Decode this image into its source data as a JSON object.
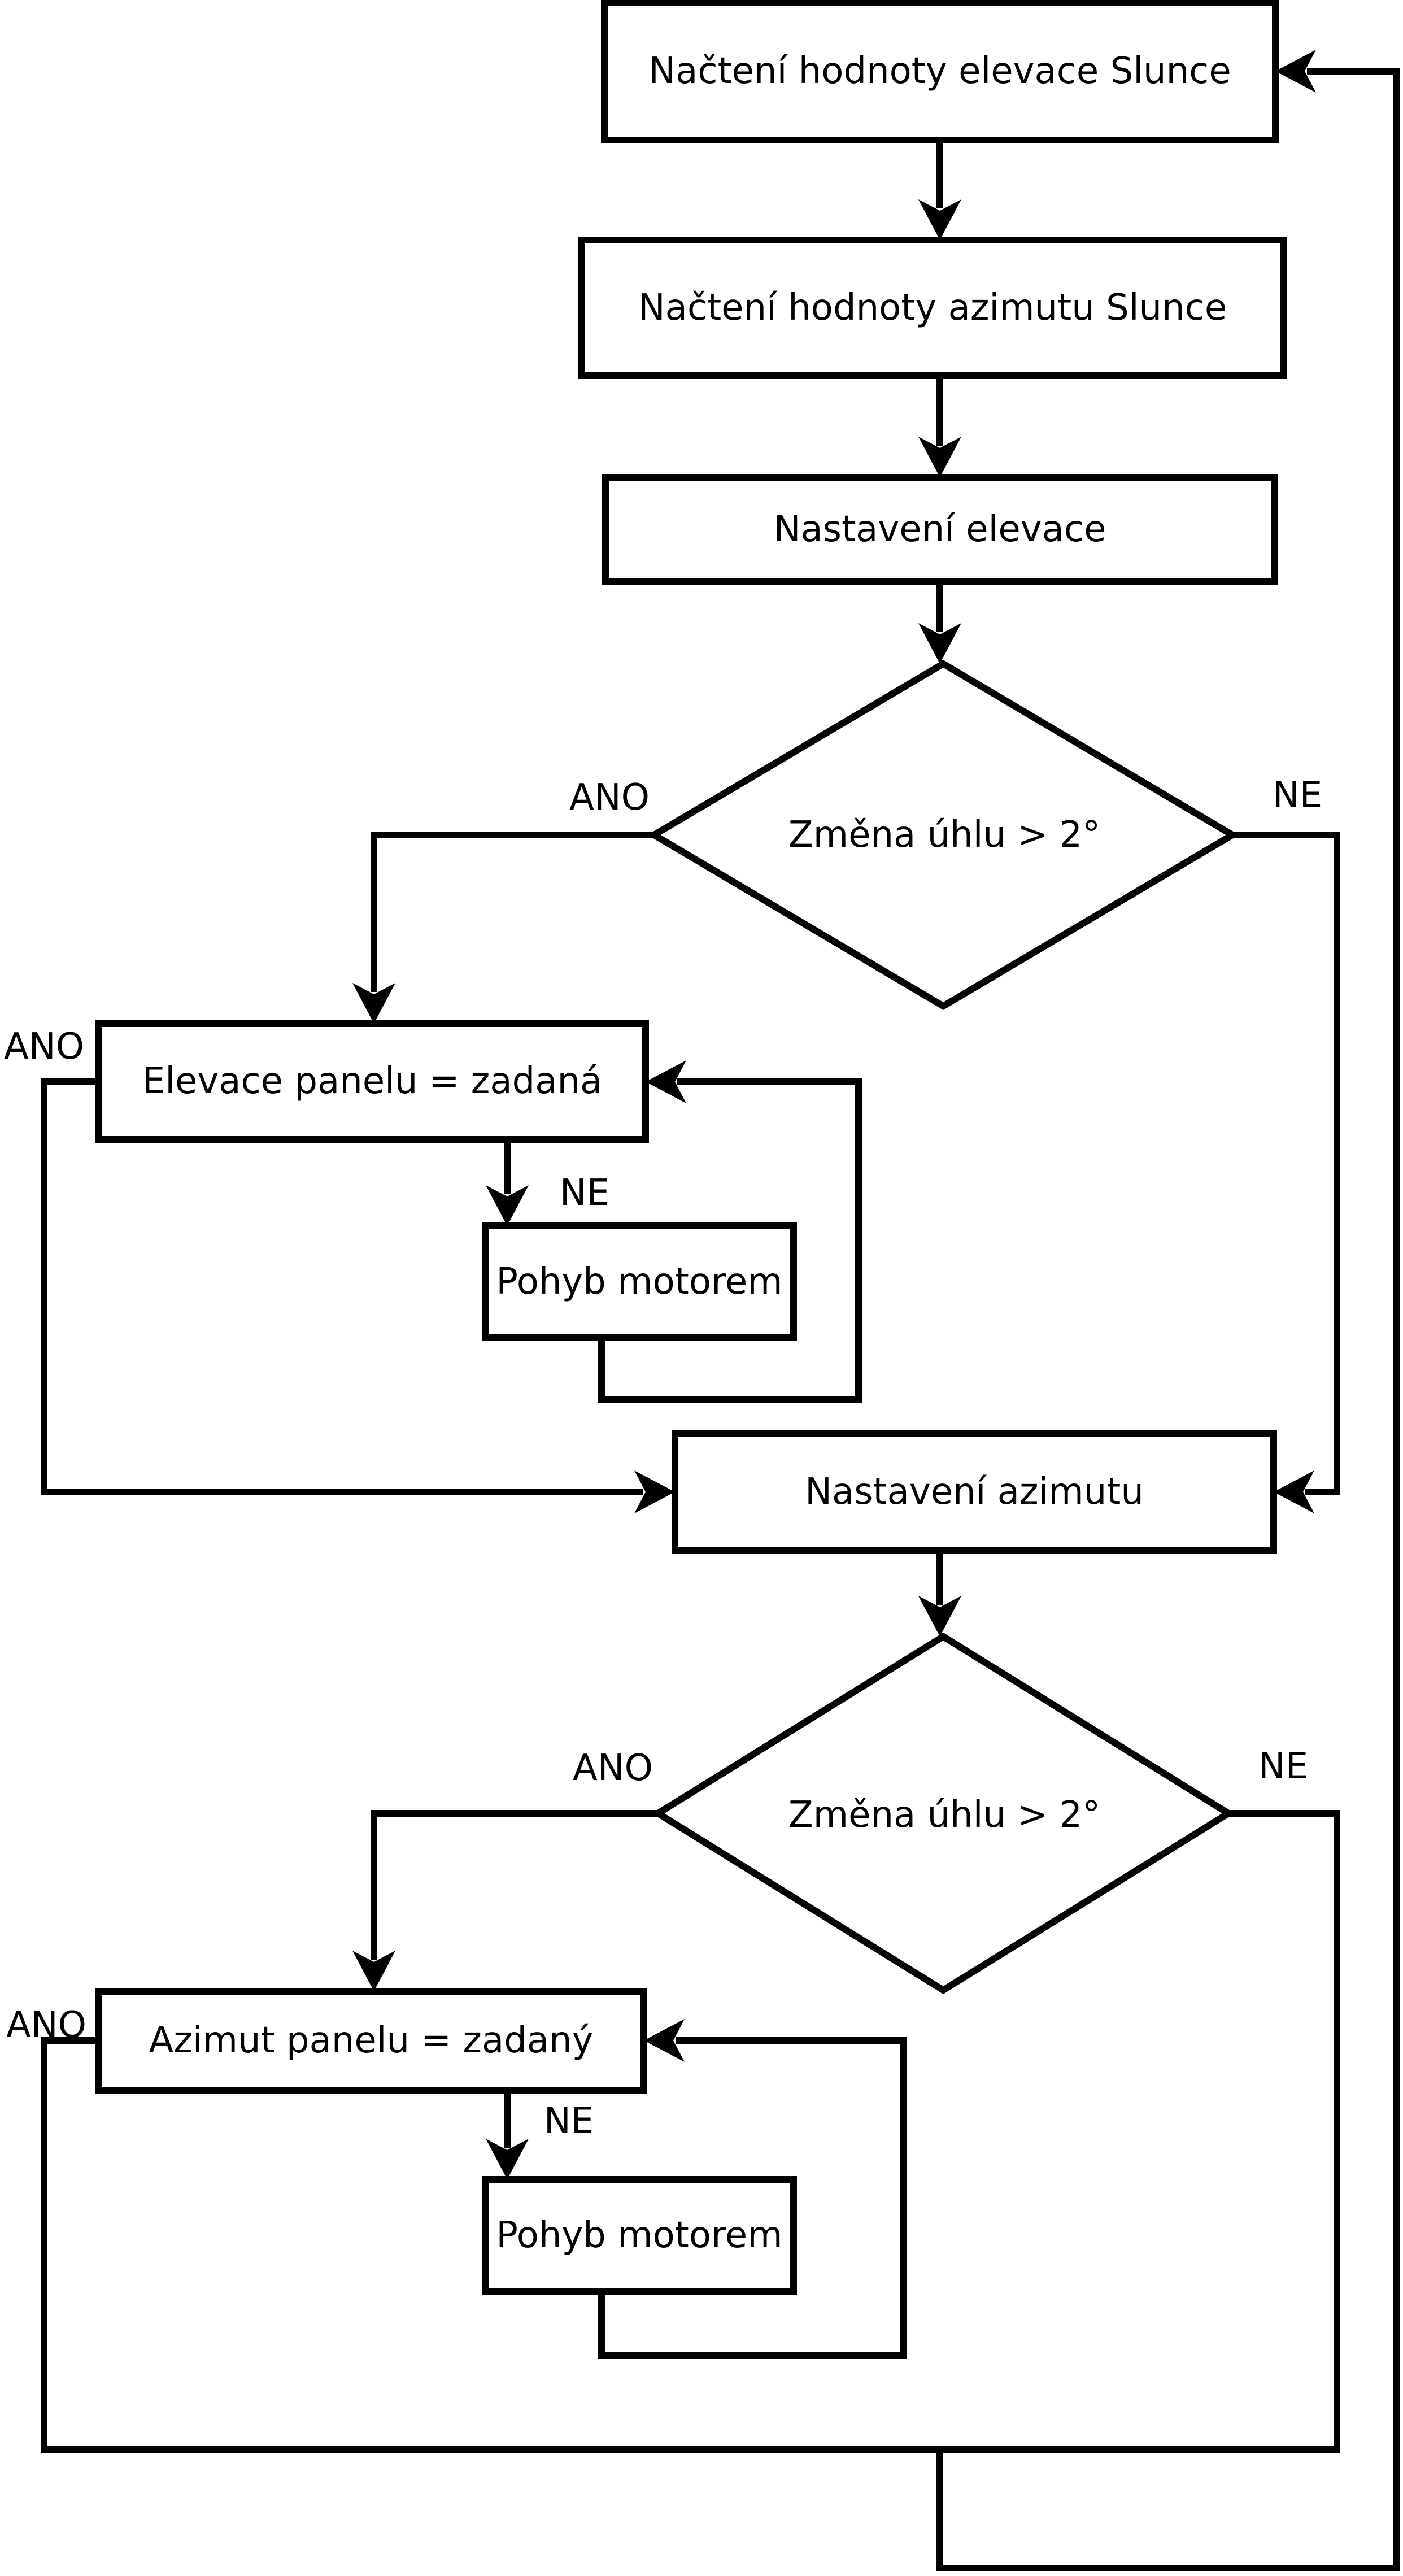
{
  "colors": {
    "background": "#ffffff",
    "line": "#000000",
    "text": "#000000"
  },
  "nodes": {
    "read_elevation": {
      "type": "process",
      "label": "Načtení hodnoty elevace Slunce"
    },
    "read_azimuth": {
      "type": "process",
      "label": "Načtení hodnoty azimutu Slunce"
    },
    "set_elevation": {
      "type": "process",
      "label": "Nastavení elevace"
    },
    "elevation_check": {
      "type": "decision",
      "label": "Změna úhlu > 2°"
    },
    "elevation_equal": {
      "type": "process",
      "label": "Elevace panelu = zadaná"
    },
    "motor_move_elevation": {
      "type": "process",
      "label": "Pohyb motorem"
    },
    "set_azimuth": {
      "type": "process",
      "label": "Nastavení azimutu"
    },
    "azimuth_check": {
      "type": "decision",
      "label": "Změna úhlu > 2°"
    },
    "azimuth_equal": {
      "type": "process",
      "label": "Azimut panelu = zadaný"
    },
    "motor_move_azimuth": {
      "type": "process",
      "label": "Pohyb motorem"
    }
  },
  "edge_labels": {
    "elevation_check_yes": "ANO",
    "elevation_check_no": "NE",
    "elevation_equal_yes": "ANO",
    "elevation_equal_no": "NE",
    "azimuth_check_yes": "ANO",
    "azimuth_check_no": "NE",
    "azimuth_equal_yes": "ANO",
    "azimuth_equal_no": "NE"
  }
}
